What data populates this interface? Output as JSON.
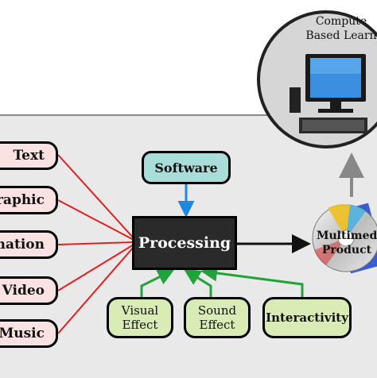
{
  "inputs": [
    "Text",
    "raphic",
    "imation",
    "ideo",
    "Music"
  ],
  "video_prefix": "V",
  "software": "Software",
  "processing": "Processing",
  "effects": [
    {
      "line1": "Visual",
      "line2": "Effect"
    },
    {
      "line1": "Sound",
      "line2": "Effect"
    }
  ],
  "interactivity": "Interactivity",
  "product": {
    "line1": "Multimed",
    "line2": "Product"
  },
  "learning": {
    "line1": "Compute",
    "line2": "Based Learn"
  },
  "colors": {
    "input_lines": "#e02020",
    "effect_arrows": "#22a33a",
    "software_arrow": "#1e88e5",
    "main_arrow": "#111111",
    "up_arrow": "#888888"
  }
}
